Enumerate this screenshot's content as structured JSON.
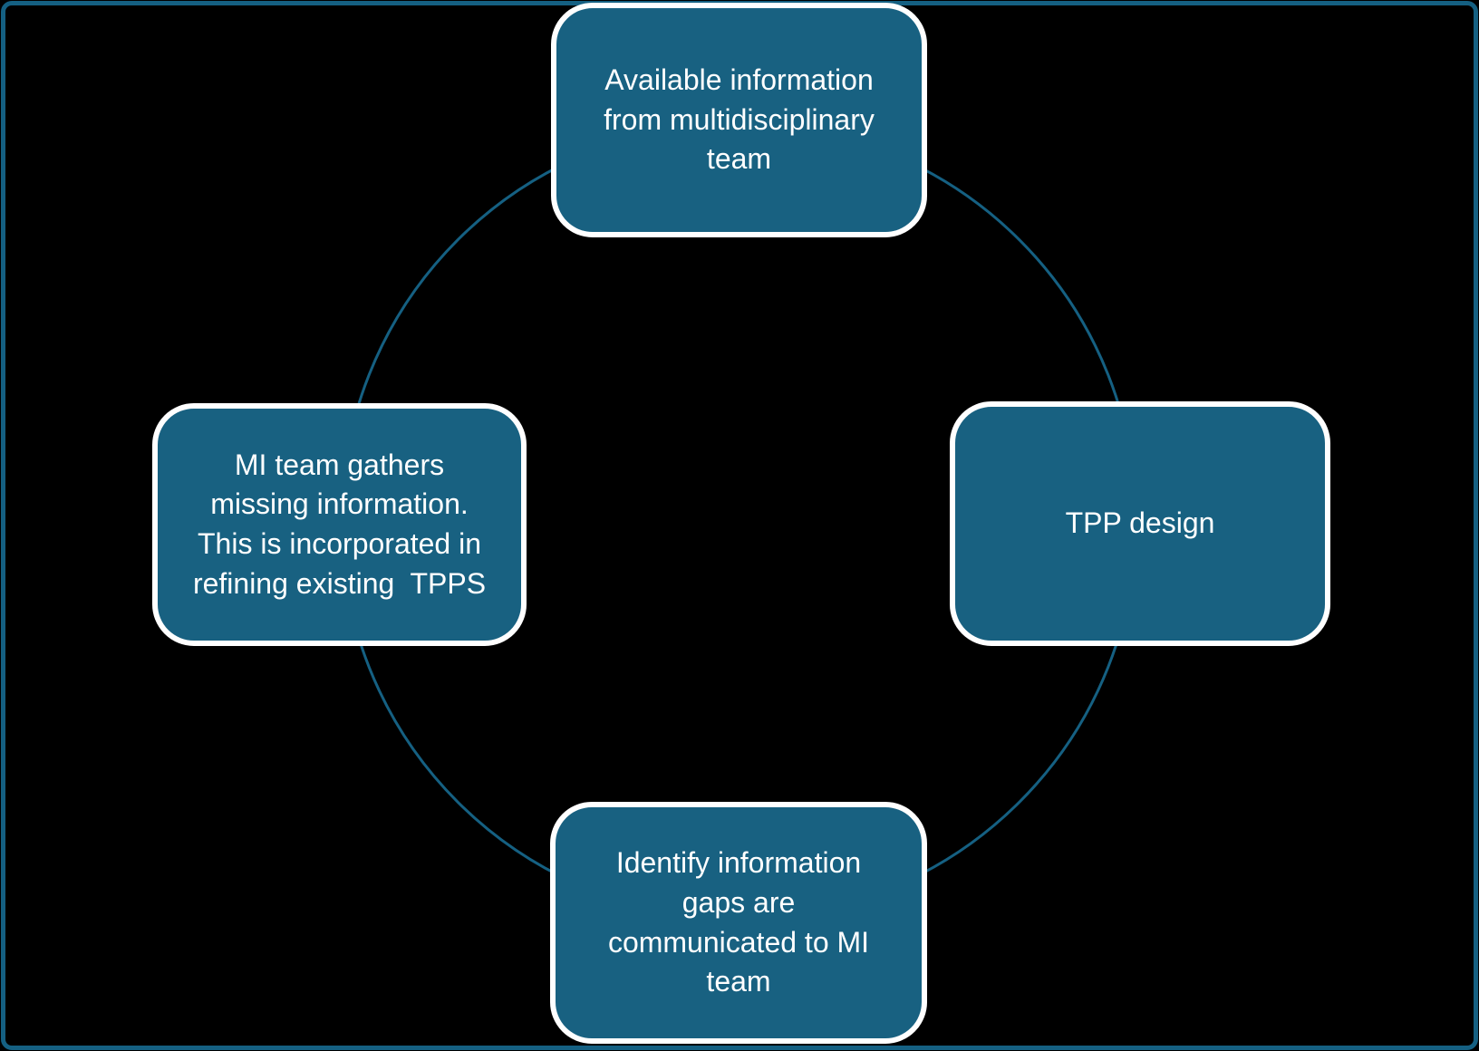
{
  "colors": {
    "background": "#000000",
    "accent": "#156082",
    "node_fill": "#186181",
    "node_border": "#FFFFFF",
    "text": "#FFFFFF"
  },
  "cycle": {
    "nodes": {
      "top": {
        "label": "Available information from multidisciplinary team",
        "lines": [
          "Available information",
          "from multidisciplinary",
          "team"
        ]
      },
      "right": {
        "label": "TPP design",
        "lines": [
          "TPP design"
        ]
      },
      "bottom": {
        "label": "Identify information gaps are communicated to MI team",
        "lines": [
          "Identify information",
          "gaps are",
          "communicated to MI",
          "team"
        ]
      },
      "left": {
        "label": "MI team gathers missing information. This is incorporated in refining existing  TPPS",
        "lines": [
          "MI team gathers",
          "missing information.",
          "This is incorporated in",
          "refining existing  TPPS"
        ]
      }
    }
  }
}
